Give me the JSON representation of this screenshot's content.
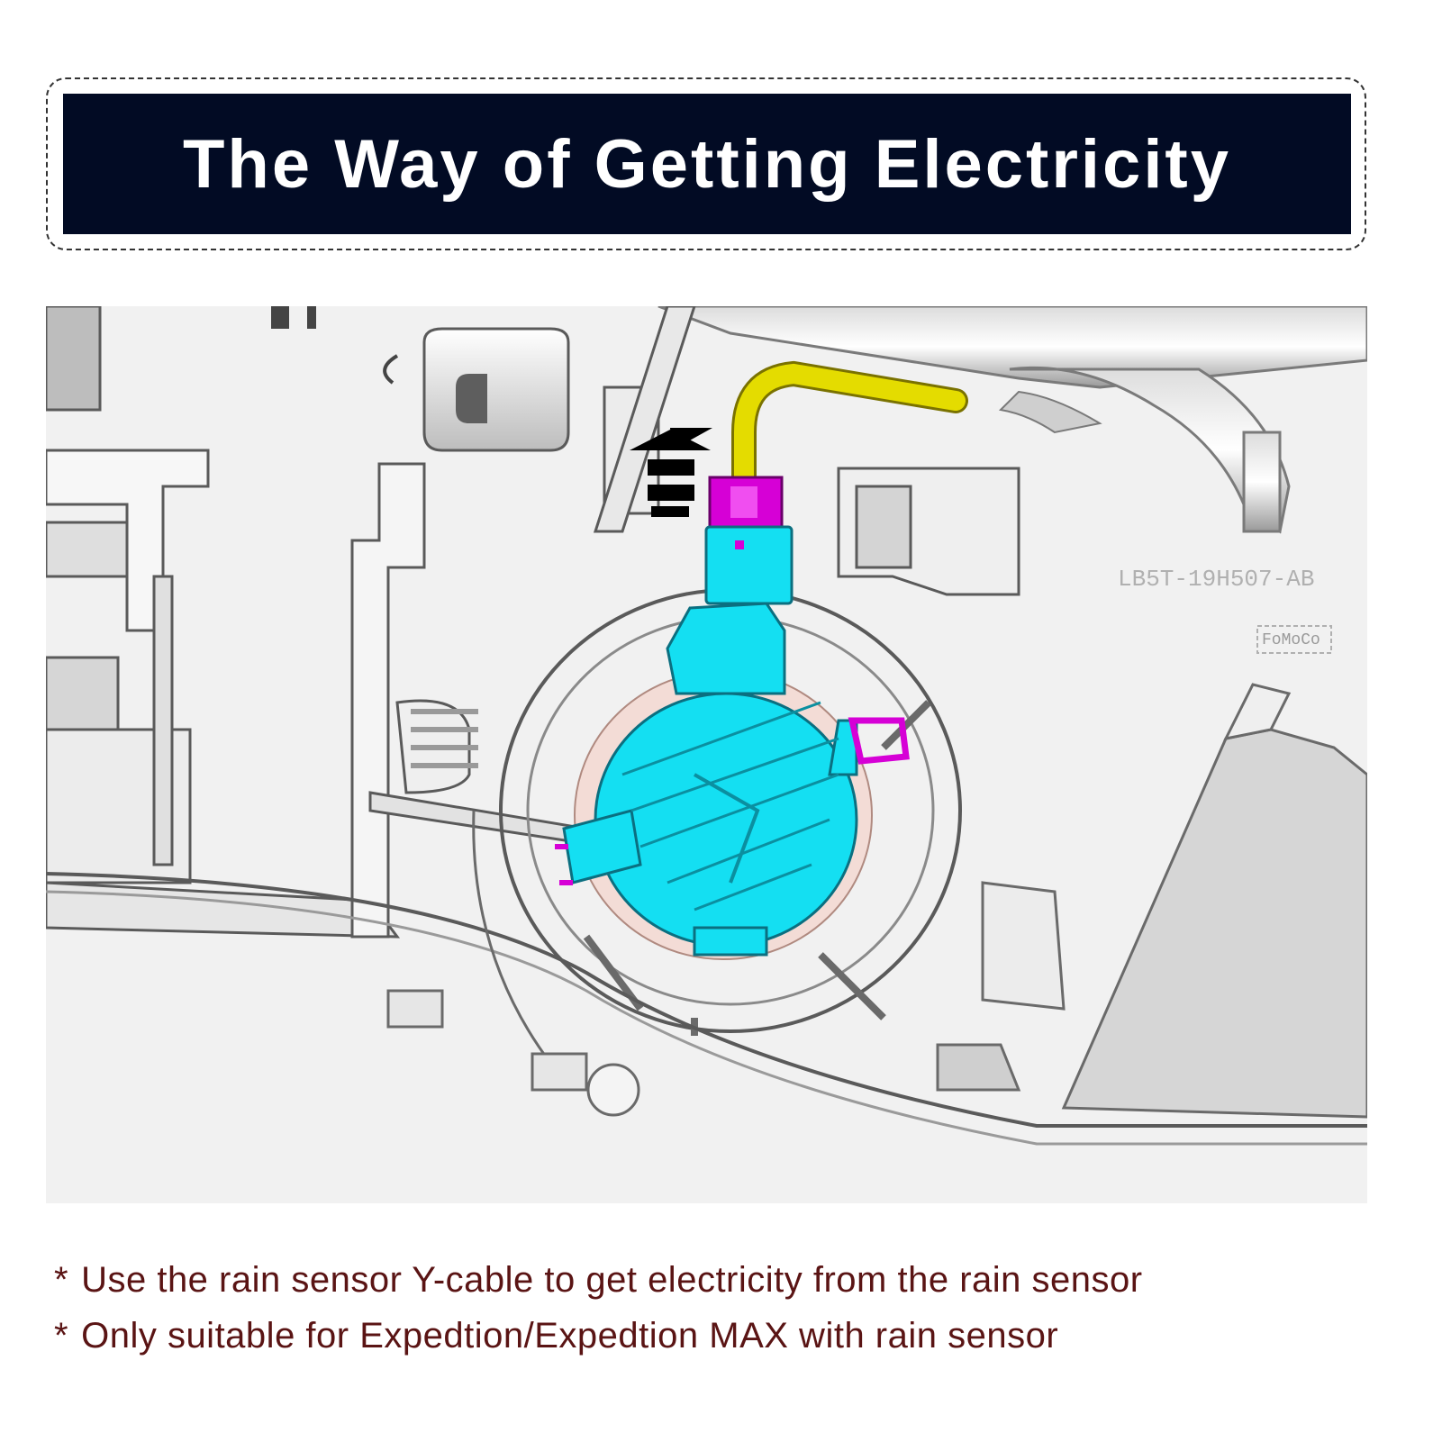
{
  "header": {
    "title": "The Way of Getting Electricity"
  },
  "diagram": {
    "part_number": "LB5T-19H507-AB",
    "maker_mark": "FoMoCo",
    "colors": {
      "sensor_body": "#14dff2",
      "connector": "#d600d6",
      "y_cable": "#e4dc00",
      "housing": "#f0f0f0",
      "arrow": "#000000"
    },
    "icons": [
      "up-arrow-icon"
    ]
  },
  "notes": [
    {
      "bullet": "*",
      "text": "Use the rain sensor Y-cable to get electricity from the rain sensor"
    },
    {
      "bullet": "*",
      "text": "Only suitable for Expedtion/Expedtion MAX with rain sensor"
    }
  ]
}
